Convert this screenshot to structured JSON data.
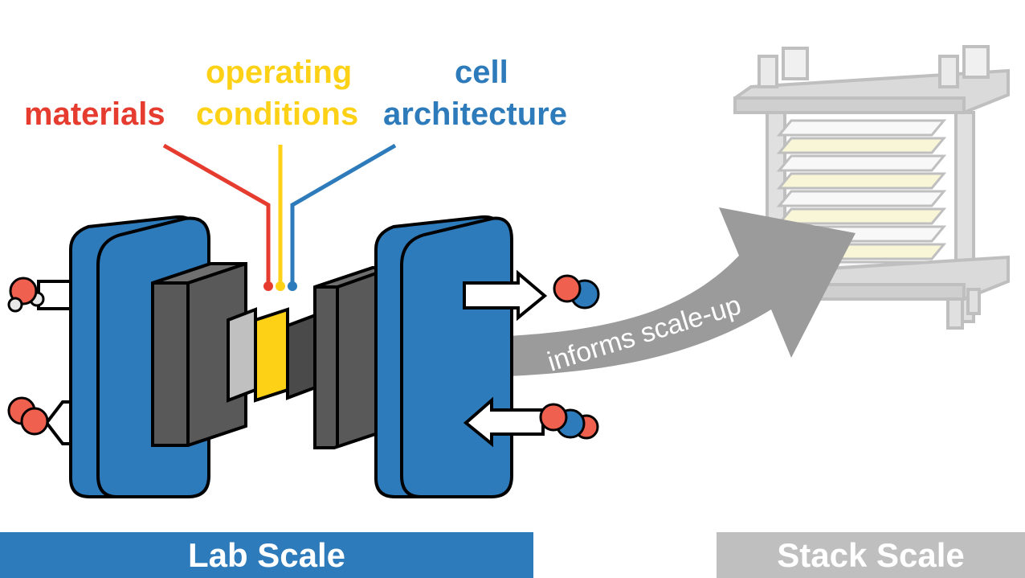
{
  "labels": {
    "materials": "materials",
    "operating": "operating",
    "conditions": "conditions",
    "cell": "cell",
    "architecture": "architecture"
  },
  "arrow_text": "informs scale-up",
  "banners": {
    "lab": "Lab Scale",
    "stack": "Stack Scale"
  },
  "colors": {
    "materials": "#e63c2f",
    "operating_conditions": "#fdd116",
    "cell_architecture": "#2d7bbb",
    "endplate": "#2d7bbb",
    "flow_field": "#595959",
    "membrane": "#fdd116",
    "gas_diffusion": "#c0c0c0",
    "catalyst_dark": "#4a4a4a",
    "scale_arrow": "#9b9b9b",
    "lab_banner": "#2d7bbb",
    "stack_banner": "#bfbfbf",
    "oxygen_atom": "#f0604f",
    "carbon_atom": "#2d7bbb",
    "hydrogen_atom": "#e8e8e8"
  },
  "icons": [
    "stack-icon",
    "molecule-icon",
    "flow-arrow-icon"
  ]
}
